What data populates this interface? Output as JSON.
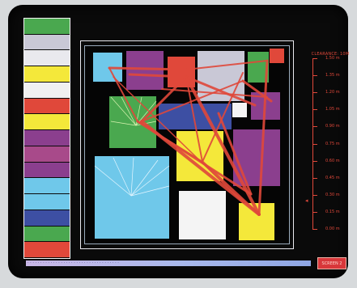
{
  "palette": {
    "colors": [
      "#4aa84f",
      "#c9c8d6",
      "#e9e9ee",
      "#f4e83a",
      "#f0f0f0",
      "#e0483a",
      "#f4e83a",
      "#8b3f8e",
      "#a84a8a",
      "#8b3f8e",
      "#6fc8ea",
      "#6fc8ea",
      "#3d4fa3",
      "#4aa84f",
      "#e0483a"
    ]
  },
  "scale": {
    "title": "CLEARANCE: 10M",
    "labels": [
      "1.50 m",
      "1.35 m",
      "1.20 m",
      "1.05 m",
      "0.90 m",
      "0.75 m",
      "0.60 m",
      "0.45 m",
      "0.30 m",
      "0.15 m",
      "0.00 m"
    ],
    "marker": "◂"
  },
  "status_bar": {
    "text": "· · · · · · · · · · · · · · · · · · · · · · · · · · · · · · · · · · · ·"
  },
  "screen_button": {
    "label": "SCREEN 2"
  },
  "diagram": {
    "rect_colors": {
      "cyan": "#6fc8ea",
      "purple": "#8b3f8e",
      "red": "#e0483a",
      "lilac": "#c9c8d6",
      "green": "#4aa84f",
      "blue": "#3d4fa3",
      "white": "#f4f4f4",
      "yellow": "#f4e83a",
      "line": "#e0483a"
    }
  }
}
